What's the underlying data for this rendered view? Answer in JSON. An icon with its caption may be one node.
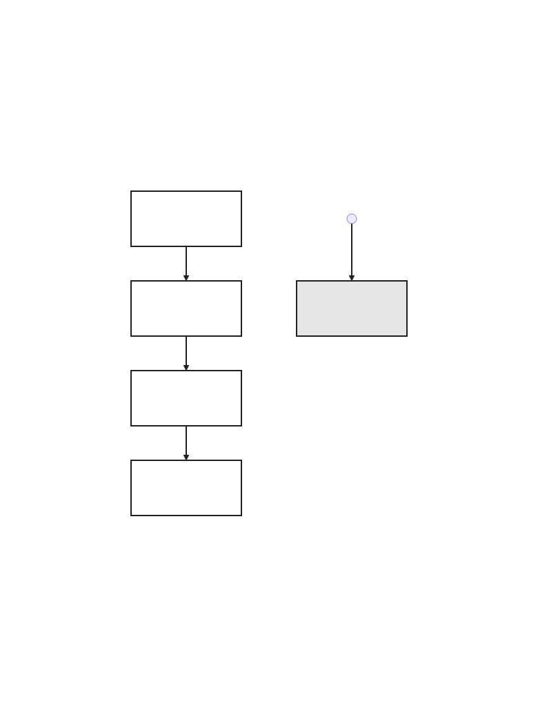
{
  "diagram": {
    "nodes": [
      {
        "text": [],
        "shape": "box"
      },
      {
        "text": [],
        "shape": "box"
      },
      {
        "text": [],
        "shape": "box"
      },
      {
        "text": [],
        "shape": "box"
      },
      {
        "text": [],
        "shape": "box"
      }
    ],
    "edges": [
      {
        "from": 0,
        "to": 1,
        "arrow": "to"
      },
      {
        "from": 1,
        "to": 2,
        "arrow": "to"
      },
      {
        "from": 2,
        "to": 3,
        "arrow": "to"
      },
      {
        "from": null,
        "to": 4,
        "arrow": "to"
      }
    ]
  }
}
